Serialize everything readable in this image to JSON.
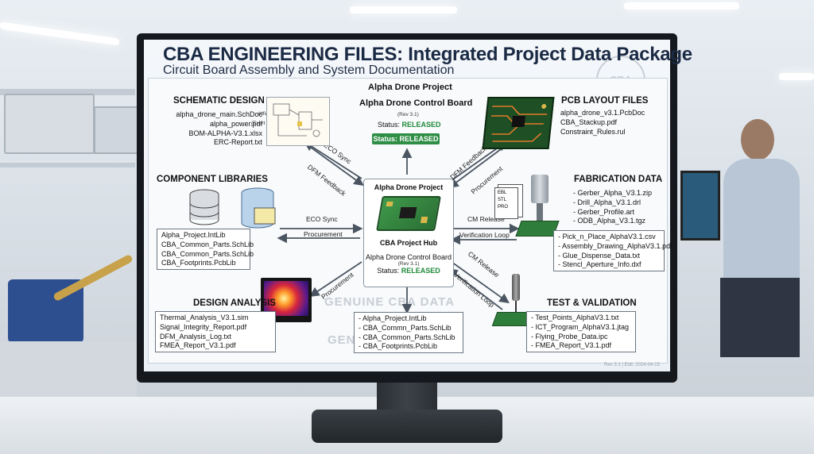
{
  "title": "CBA ENGINEERING FILES: Integrated Project Data Package",
  "subtitle": "Circuit Board Assembly and System Documentation",
  "stamp": "CBA",
  "project": {
    "name": "Alpha Drone Project",
    "board": "Alpha Drone Control Board",
    "rev": "(Rev 3.1)",
    "status_prefix": "Status:",
    "status_value": "RELEASED",
    "badge": "Status: RELEASED"
  },
  "hub": {
    "top_label": "Alpha Drone Project",
    "name": "CBA Project Hub",
    "board": "Alpha Drone Control Board",
    "rev": "(Rev 3.1)",
    "status_prefix": "Status:",
    "status_value": "RELEASED"
  },
  "sections": {
    "schematic": {
      "heading": "SCHEMATIC DESIGN",
      "files": [
        "alpha_drone_main.SchDoc",
        "alpha_power.pdf",
        "BOM-ALPHA-V3.1.xlsx",
        "ERC-Report.txt"
      ],
      "notes": [
        "(dfiam",
        "(Exert"
      ]
    },
    "libraries": {
      "heading": "COMPONENT LIBRARIES",
      "files": [
        "Alpha_Project.IntLib",
        "CBA_Common_Parts.SchLib",
        "CBA_Common_Parts.SchLib",
        "CBA_Footprints.PcbLib"
      ]
    },
    "analysis": {
      "heading": "DESIGN ANALYSIS",
      "files": [
        "Thermal_Analysis_V3.1.sim",
        "Signal_Integrity_Report.pdf",
        "DFM_Analysis_Log.txt",
        "FMEA_Report_V3.1.pdf"
      ]
    },
    "pcb": {
      "heading": "PCB LAYOUT FILES",
      "files": [
        "alpha_drone_v3.1.PcbDoc",
        "CBA_Stackup.pdf",
        "Constraint_Rules.rul"
      ]
    },
    "fabrication": {
      "heading": "FABRICATION DATA",
      "files": [
        "- Gerber_Alpha_V3.1.zip",
        "- Drill_Alpha_V3.1.drl",
        "- Gerber_Profile.art",
        "- ODB_Alpha_V3.1.tgz"
      ],
      "assembly_files": [
        "- Pick_n_Place_AlphaV3.1.csv",
        "- Assembly_Drawing_AlphaV3.1.pdf",
        "- Glue_Dispense_Data.txt",
        "- Stencl_Aperture_Info.dxf"
      ],
      "doc_icons": [
        "EBL",
        "STL",
        "PRO"
      ]
    },
    "test": {
      "heading": "TEST & VALIDATION",
      "files": [
        "- Test_Points_AlphaV3.1.txt",
        "- ICT_Program_AlphaV3.1.jtag",
        "- Flying_Probe_Data.ipc",
        "- FMEA_Report_V3.1.pdf"
      ]
    },
    "bottom": {
      "files": [
        "- Alpha_Project.IntLib",
        "- CBA_Commn_Parts.SchLib",
        "- CBA_Common_Parts.SchLib",
        "- CBA_Footprints.PcbLib"
      ]
    }
  },
  "flow_labels": {
    "eco_sync_top": "ECO Sync",
    "dfm_feedback_top": "DFM Feedback",
    "dfm_feedback_right": "DFM Feedback",
    "procurement_right": "Procurement",
    "eco_sync_mid": "ECO Sync",
    "procurement_mid": "Procurement",
    "cm_release_mid": "CM Release",
    "verification_mid": "Verification Loop",
    "procurement_bottom": "Procurement",
    "cm_release_bottom": "CM Release",
    "verification_bottom": "Verification Loop"
  },
  "watermark": {
    "line1": "GENUINE CBA DATA",
    "line2": "GENUINE CBA DATA"
  },
  "footer": "Rev 3.1 | Edit: 2024-04-15",
  "colors": {
    "accent_green": "#2f8e45",
    "title_navy": "#1b2a44",
    "arrow": "#4a5561"
  }
}
